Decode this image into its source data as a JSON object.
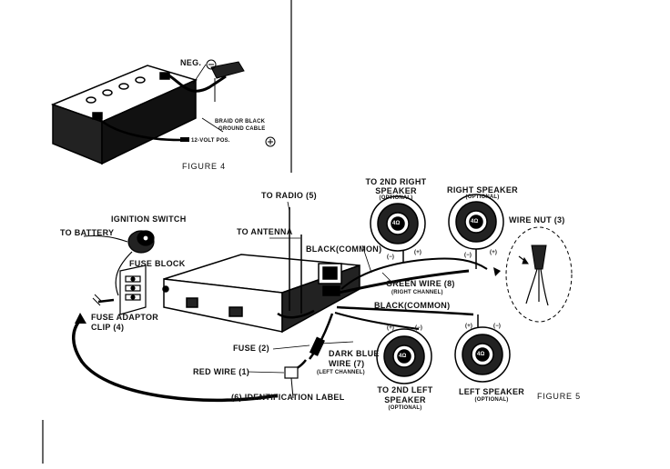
{
  "figure4": {
    "title": "FIGURE 4",
    "neg": "NEG.",
    "ground_line1": "BRAID OR BLACK",
    "ground_line2": "GROUND CABLE",
    "pos": "12-VOLT POS."
  },
  "figure5": {
    "title": "FIGURE 5",
    "ignition_switch": "IGNITION SWITCH",
    "to_battery": "TO BATTERY",
    "fuse_block": "FUSE BLOCK",
    "fuse_adaptor_line1": "FUSE ADAPTOR",
    "fuse_adaptor_line2": "CLIP (4)",
    "to_antenna": "TO ANTENNA",
    "to_radio": "TO RADIO (5)",
    "fuse": "FUSE (2)",
    "red_wire": "RED WIRE (1)",
    "id_label": "(6) IDENTIFICATION LABEL",
    "dark_blue_line1": "DARK BLUE",
    "dark_blue_line2": "WIRE (7)",
    "left_channel": "(LEFT CHANNEL)",
    "black_common_top": "BLACK(COMMON)",
    "black_common_mid": "BLACK(COMMON)",
    "green_wire": "GREEN WIRE (8)",
    "right_channel": "(RIGHT CHANNEL)",
    "second_right_line1": "TO 2ND RIGHT",
    "second_right_line2": "SPEAKER",
    "optional_1": "(OPTIONAL)",
    "right_speaker": "RIGHT SPEAKER",
    "optional_2": "(OPTIONAL)",
    "wire_nut": "WIRE NUT (3)",
    "second_left_line1": "TO 2ND LEFT",
    "second_left_line2": "SPEAKER",
    "optional_3": "(OPTIONAL)",
    "left_speaker": "LEFT SPEAKER",
    "optional_4": "(OPTIONAL)",
    "speaker_badge": "4Ω",
    "minus": "(−)",
    "plus": "(+)"
  }
}
